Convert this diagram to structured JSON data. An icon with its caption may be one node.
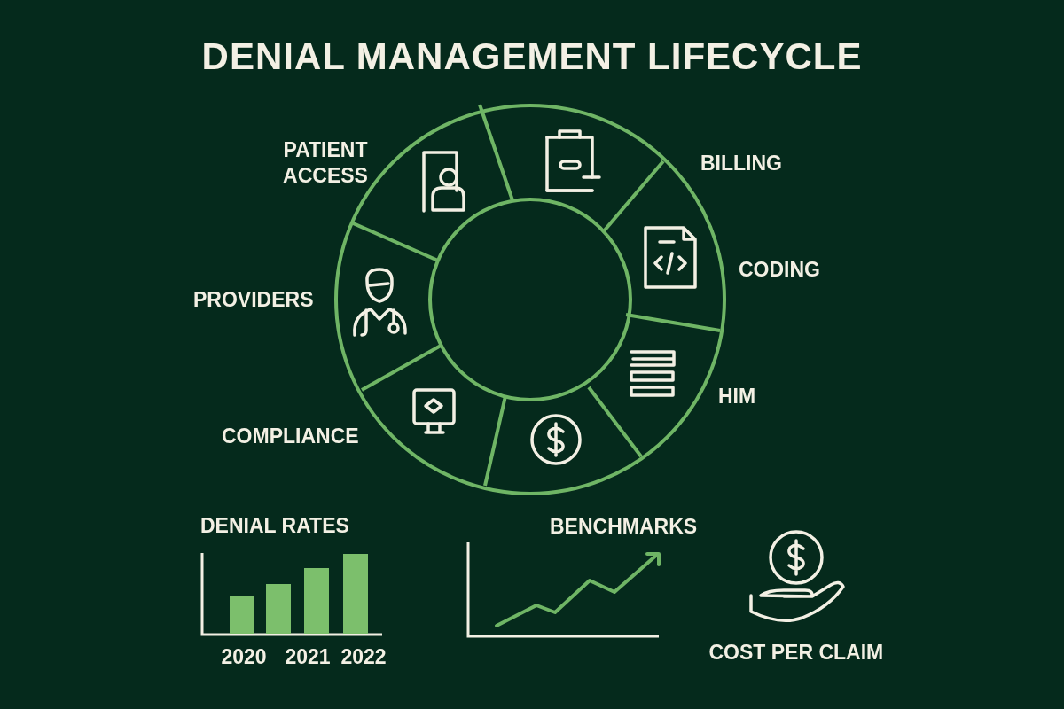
{
  "diagram": {
    "title": "DENIAL MANAGEMENT LIFECYCLE",
    "labels": [
      "PATIENT ACCESS",
      "BILLING",
      "CODING",
      "PROVIDERS",
      "HIM",
      "COMPLIANCE",
      "DENIAL RATES",
      "BENCHMARKS",
      "2020",
      "2021",
      "2022",
      "COST PER CLAIM"
    ]
  }
}
